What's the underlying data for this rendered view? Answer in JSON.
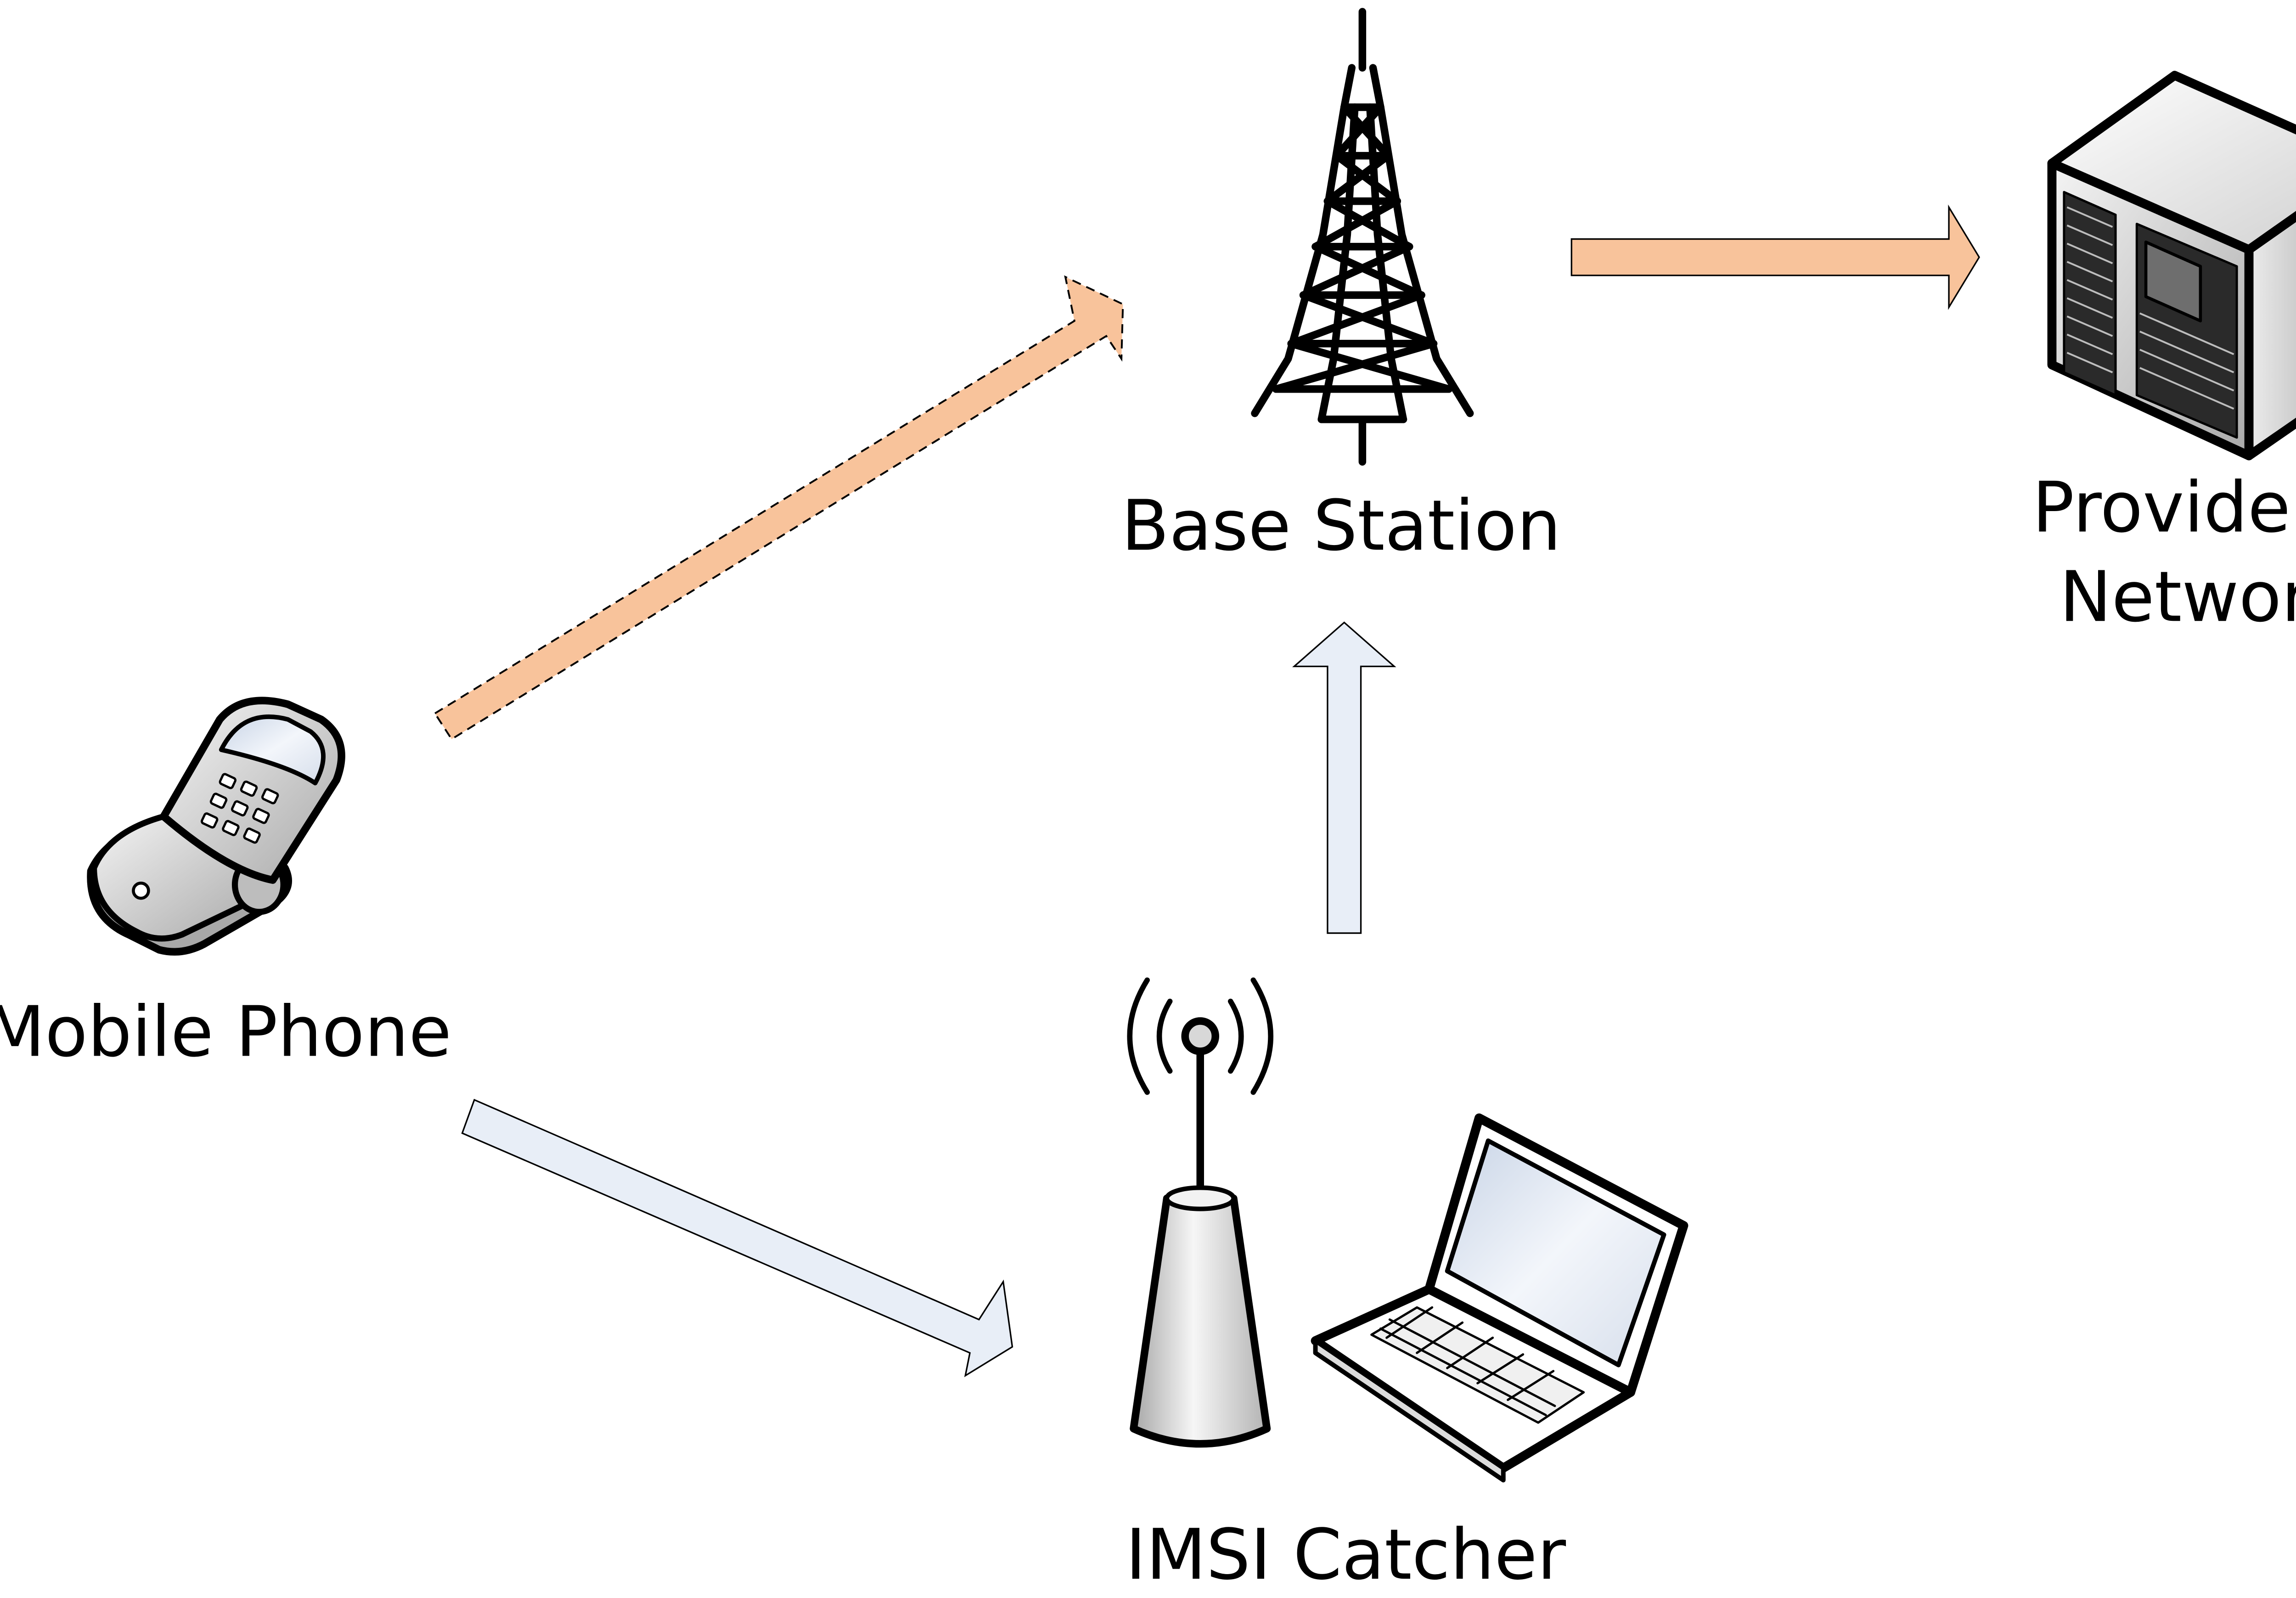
{
  "nodes": {
    "base_station": {
      "label": "Base Station"
    },
    "provider_network": {
      "label_line1": "Provider’s",
      "label_line2": "Network"
    },
    "mobile_phone": {
      "label": "Mobile Phone"
    },
    "imsi_catcher": {
      "label": "IMSI Catcher"
    }
  },
  "arrows": {
    "phone_to_base": {
      "from": "Mobile Phone",
      "to": "Base Station",
      "style": "dashed"
    },
    "base_to_provider": {
      "from": "Base Station",
      "to": "Provider’s Network",
      "style": "solid"
    },
    "phone_to_imsi": {
      "from": "Mobile Phone",
      "to": "IMSI Catcher",
      "style": "solid"
    },
    "imsi_to_base": {
      "from": "IMSI Catcher",
      "to": "Base Station",
      "style": "solid"
    }
  },
  "colors": {
    "orange_arrow_fill": "#f8c39b",
    "blue_arrow_fill": "#e8eef7",
    "outline": "#000000",
    "device_gray": "#c8c8c8",
    "screen_blue": "#dfe7f3"
  }
}
